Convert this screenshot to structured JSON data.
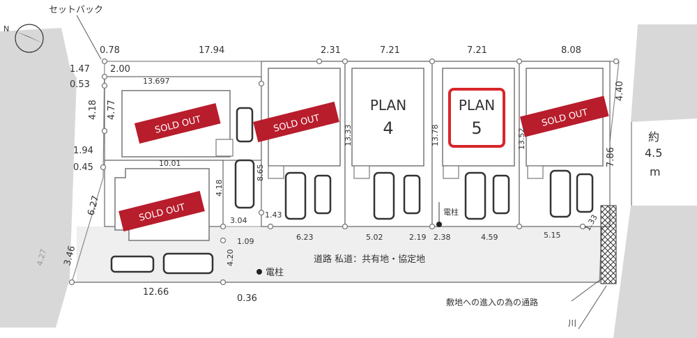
{
  "labels": {
    "setback": "セットバック",
    "road_note": "道路 私道：共有地・協定地",
    "utility_pole_1": "電柱",
    "utility_pole_2": "電柱",
    "road_width_prefix": "約",
    "road_width_value": "4.5",
    "road_width_unit": "m",
    "access_road": "敷地への進入の為の通路",
    "river": "川",
    "compass_letter": "N"
  },
  "lots": {
    "sold_1": "SOLD OUT",
    "sold_2": "SOLD OUT",
    "sold_3": "SOLD OUT",
    "sold_4": "SOLD OUT",
    "plan4_title": "PLAN",
    "plan4_num": "4",
    "plan5_title": "PLAN",
    "plan5_num": "5"
  },
  "dimensions": {
    "top_078": "0.78",
    "top_1794": "17.94",
    "top_231": "2.31",
    "top_721a": "7.21",
    "top_721b": "7.21",
    "top_808": "8.08",
    "l_147": "1.47",
    "l_200": "2.00",
    "l_053": "0.53",
    "l_13697": "13.697",
    "l_418": "4.18",
    "l_477": "4.77",
    "l_194": "1.94",
    "l_045": "0.45",
    "l_1001": "10.01",
    "l_627": "6.27",
    "l_346": "3.46",
    "l_427": "4.27",
    "b_1266": "12.66",
    "b_036": "0.36",
    "b_420": "4.20",
    "b_109": "1.09",
    "b_304": "3.04",
    "b_143": "1.43",
    "b_623": "6.23",
    "b_502": "5.02",
    "b_219": "2.19",
    "b_238": "2.38",
    "b_459": "4.59",
    "b_515": "5.15",
    "b_133": "1.33",
    "v_1333": "13.33",
    "v_1378": "13.78",
    "v_1352": "13.52",
    "v_865": "8.65",
    "v_418b": "4.18",
    "r_440": "4.40",
    "r_786": "7.86"
  }
}
